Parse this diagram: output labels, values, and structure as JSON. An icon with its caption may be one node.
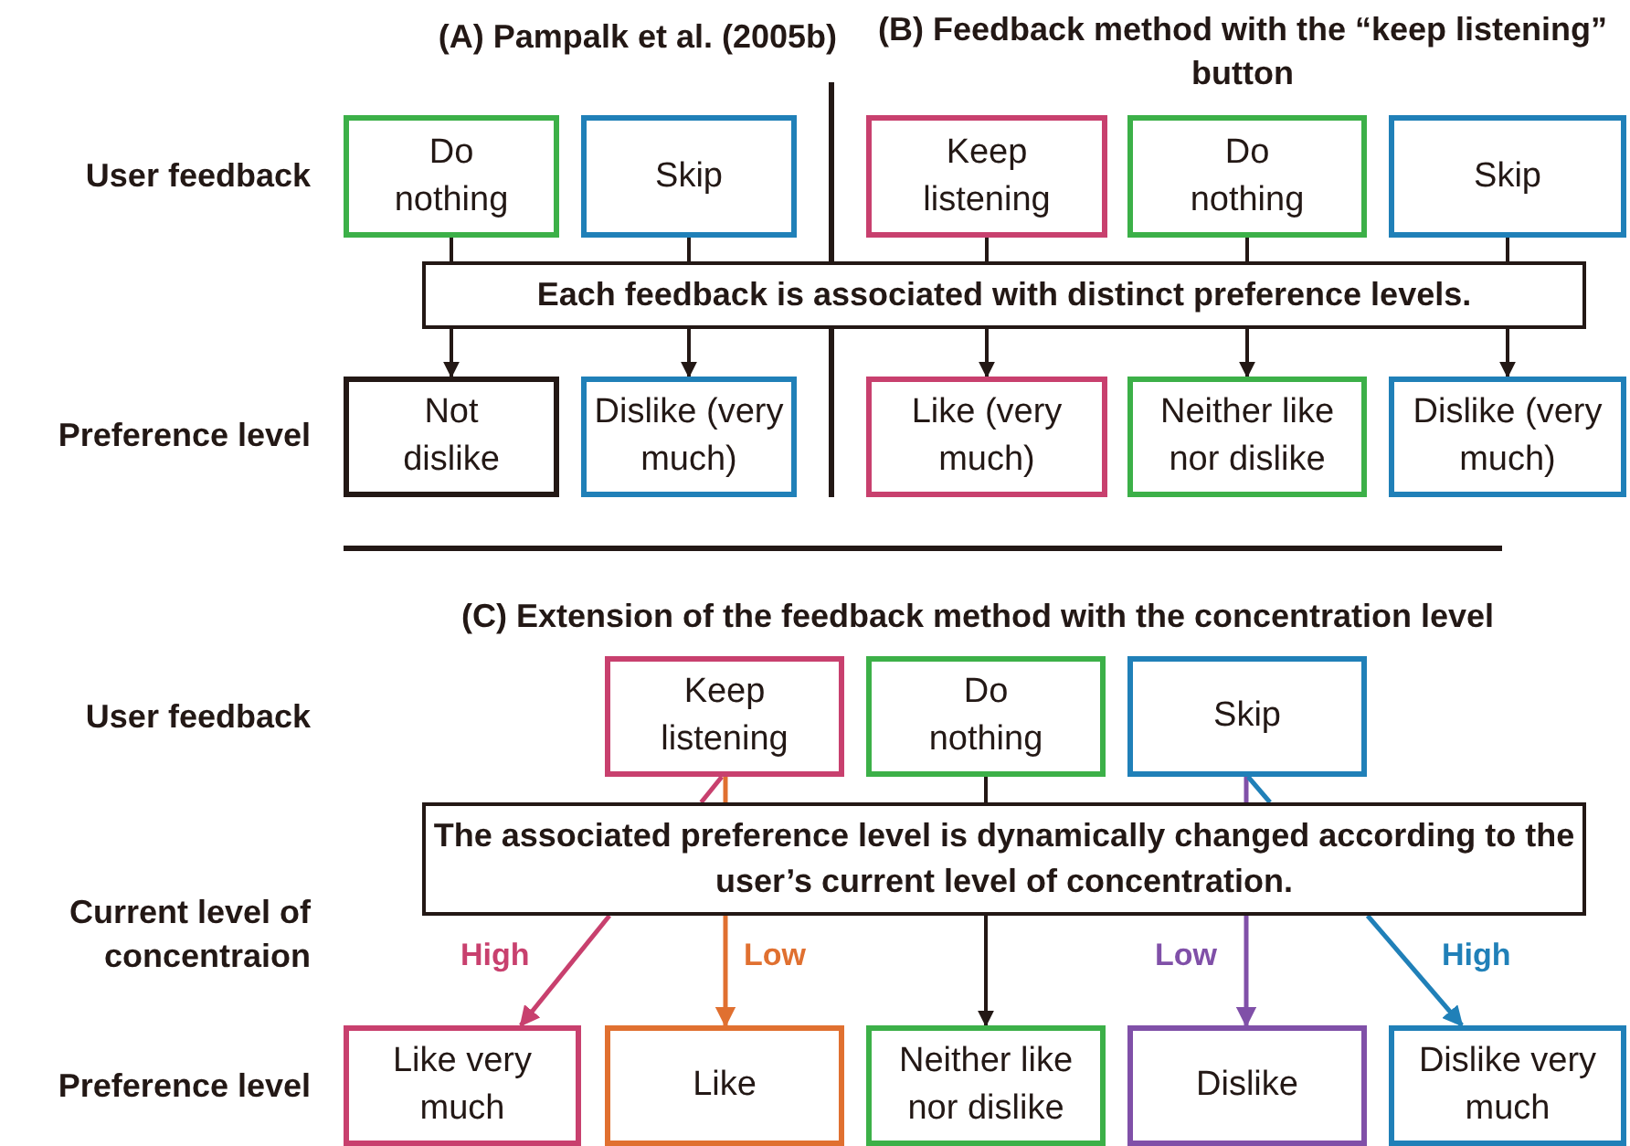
{
  "diagram": {
    "nodes": [
      {
        "text": [
          "Do nothing"
        ]
      },
      {
        "text": [
          "Skip"
        ]
      },
      {
        "text": [
          "Each feedback is associated with distinct preference levels."
        ]
      },
      {
        "text": [
          "Not dislike"
        ]
      },
      {
        "text": [
          "Dislike (very much)"
        ]
      },
      {
        "text": [
          "Keep listening"
        ]
      },
      {
        "text": [
          "Do nothing"
        ]
      },
      {
        "text": [
          "Skip"
        ]
      },
      {
        "text": [
          "Like (very much)"
        ]
      },
      {
        "text": [
          "Neither like nor dislike"
        ]
      },
      {
        "text": [
          "Dislike (very much)"
        ]
      },
      {
        "text": [
          "Keep listening"
        ]
      },
      {
        "text": [
          "Do nothing"
        ]
      },
      {
        "text": [
          "Skip"
        ]
      },
      {
        "text": [
          "The associated preference level is dynamically changed according to the user’s current level of concentration."
        ]
      },
      {
        "text": [
          "Like very much"
        ]
      },
      {
        "text": [
          "Like"
        ]
      },
      {
        "text": [
          "Neither like nor dislike"
        ]
      },
      {
        "text": [
          "Dislike"
        ]
      },
      {
        "text": [
          "Dislike very much"
        ]
      }
    ],
    "edges": [
      {
        "from": 0,
        "to": 2,
        "arrow": "none"
      },
      {
        "from": 2,
        "to": 3,
        "arrow": "to"
      },
      {
        "from": 1,
        "to": 2,
        "arrow": "none"
      },
      {
        "from": 2,
        "to": 4,
        "arrow": "to"
      },
      {
        "from": 5,
        "to": 2,
        "arrow": "none"
      },
      {
        "from": 2,
        "to": 8,
        "arrow": "to"
      },
      {
        "from": 6,
        "to": 2,
        "arrow": "none"
      },
      {
        "from": 2,
        "to": 9,
        "arrow": "to"
      },
      {
        "from": 7,
        "to": 2,
        "arrow": "none"
      },
      {
        "from": 2,
        "to": 10,
        "arrow": "to"
      },
      {
        "from": 11,
        "to": 14,
        "arrow": "none",
        "color": "#c8406e"
      },
      {
        "from": 14,
        "to": 15,
        "arrow": "to",
        "label": "High",
        "color": "#c8406e"
      },
      {
        "from": 11,
        "to": 14,
        "arrow": "none",
        "color": "#e07030"
      },
      {
        "from": 14,
        "to": 16,
        "arrow": "to",
        "label": "Low",
        "color": "#e07030"
      },
      {
        "from": 12,
        "to": 14,
        "arrow": "none"
      },
      {
        "from": 14,
        "to": 17,
        "arrow": "to"
      },
      {
        "from": 13,
        "to": 14,
        "arrow": "none",
        "color": "#8050a8"
      },
      {
        "from": 14,
        "to": 18,
        "arrow": "to",
        "label": "Low",
        "color": "#8050a8"
      },
      {
        "from": 13,
        "to": 14,
        "arrow": "none",
        "color": "#2080b8"
      },
      {
        "from": 14,
        "to": 19,
        "arrow": "to",
        "label": "High",
        "color": "#2080b8"
      }
    ],
    "labels": [
      "(A) Pampalk et al. (2005b)",
      "(B) Feedback method with the “keep listening” button",
      "User feedback",
      "Preference level",
      "(C) Extension of the feedback method with the concentration level",
      "User feedback",
      "Current level of concentraion",
      "Preference level"
    ]
  }
}
